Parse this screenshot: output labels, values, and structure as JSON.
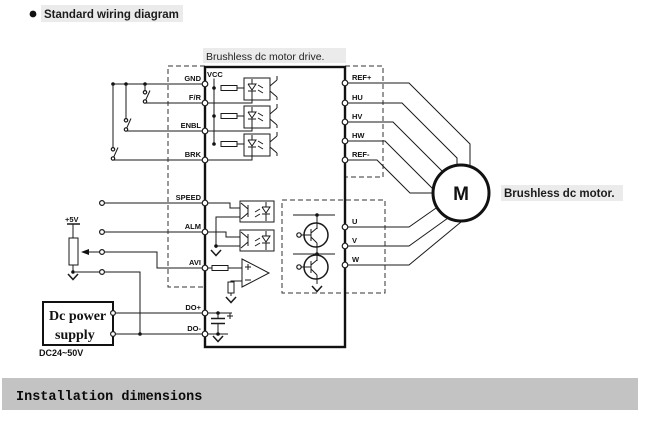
{
  "header": {
    "title": "Standard wiring diagram"
  },
  "footer": {
    "title": "Installation dimensions"
  },
  "drive": {
    "label": "Brushless dc motor drive.",
    "vcc": "VCC",
    "left_terminals": [
      "GND",
      "F/R",
      "ENBL",
      "BRK",
      "SPEED",
      "ALM",
      "AVI",
      "DO+",
      "DO-"
    ],
    "hall_terminals": [
      "REF+",
      "HU",
      "HV",
      "HW",
      "REF-"
    ],
    "phase_terminals": [
      "U",
      "V",
      "W"
    ]
  },
  "motor": {
    "label": "Brushless dc motor.",
    "symbol": "M"
  },
  "power_supply": {
    "name_line1": "Dc power",
    "name_line2": "supply",
    "rating": "DC24~50V"
  },
  "analog": {
    "vref": "+5V"
  },
  "colors": {
    "line": "#1a1a1a",
    "footer_bg": "#c3c3c3",
    "highlight": "#ebebeb"
  }
}
